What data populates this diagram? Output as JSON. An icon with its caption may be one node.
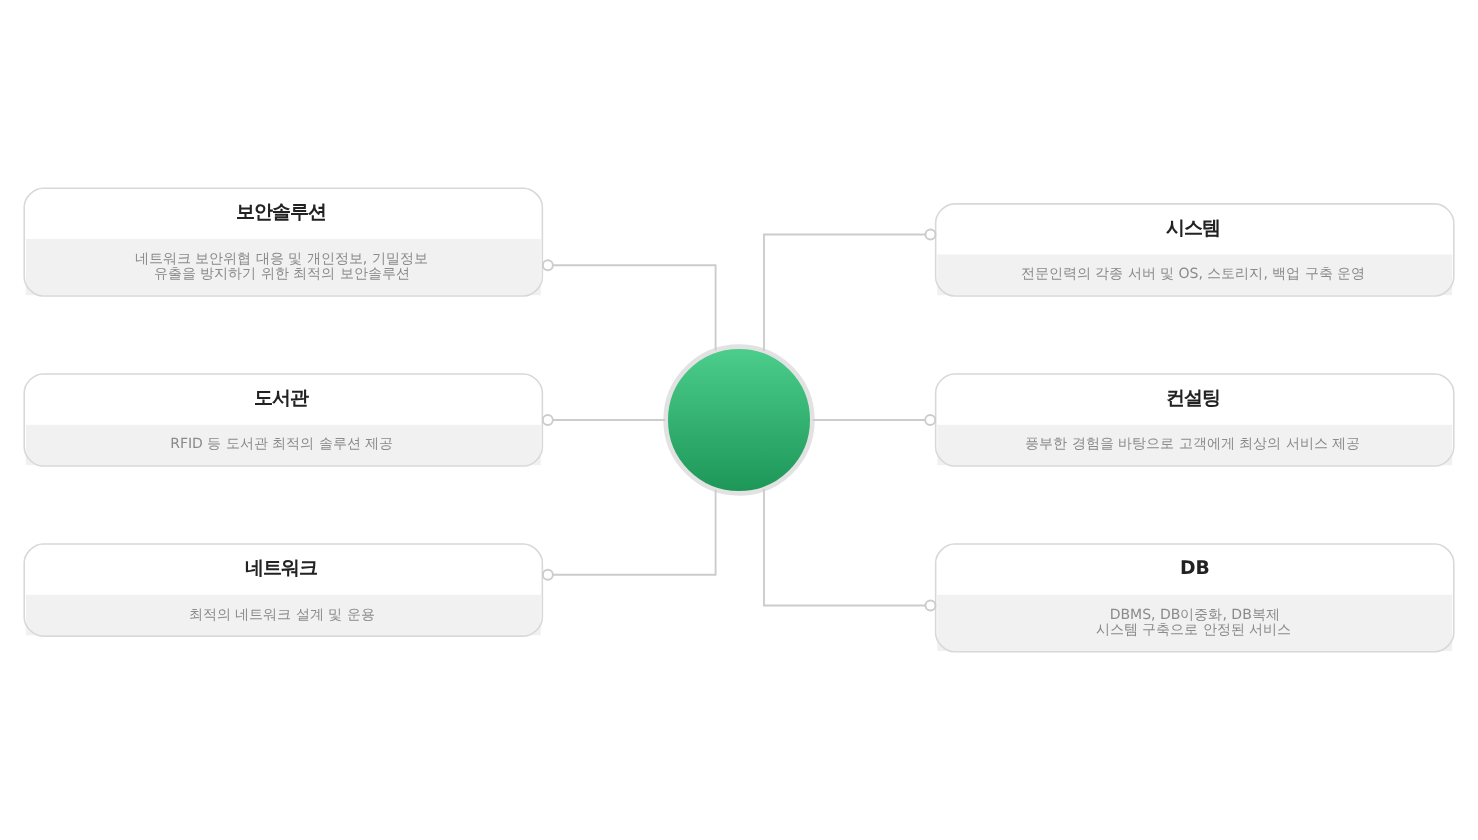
{
  "diagram": {
    "nodes": [
      {
        "text": [
          "보안솔루션",
          "네트워크 보안위협 대응 및 개인정보, 기밀정보 유출을 방지하기 위한 최적의 보안솔루션"
        ]
      },
      {
        "text": [
          "시스템",
          "전문인력의 각종 서버 및 OS, 스토리지, 백업 구축 운영"
        ]
      },
      {
        "text": [
          "도서관",
          "RFID 등 도서관 최적의 솔루션 제공"
        ]
      },
      {
        "text": [],
        "shape": "circle"
      },
      {
        "text": [
          "컨설팅",
          "풍부한 경험을 바탕으로 고객에게 최상의 서비스 제공"
        ]
      },
      {
        "text": [
          "네트워크",
          "최적의 네트워크 설계 및 운용"
        ]
      },
      {
        "text": [
          "DB",
          "DBMS, DB이중화, DB복제 시스템 구축으로 안정된 서비스"
        ]
      }
    ],
    "edges": [
      {
        "from": 3,
        "to": 0,
        "arrow": "other"
      },
      {
        "from": 3,
        "to": 1,
        "arrow": "other"
      },
      {
        "from": 3,
        "to": 2,
        "arrow": "other"
      },
      {
        "from": 3,
        "to": 4,
        "arrow": "other"
      },
      {
        "from": 3,
        "to": 5,
        "arrow": "other"
      },
      {
        "from": 3,
        "to": 6,
        "arrow": "other"
      }
    ]
  }
}
